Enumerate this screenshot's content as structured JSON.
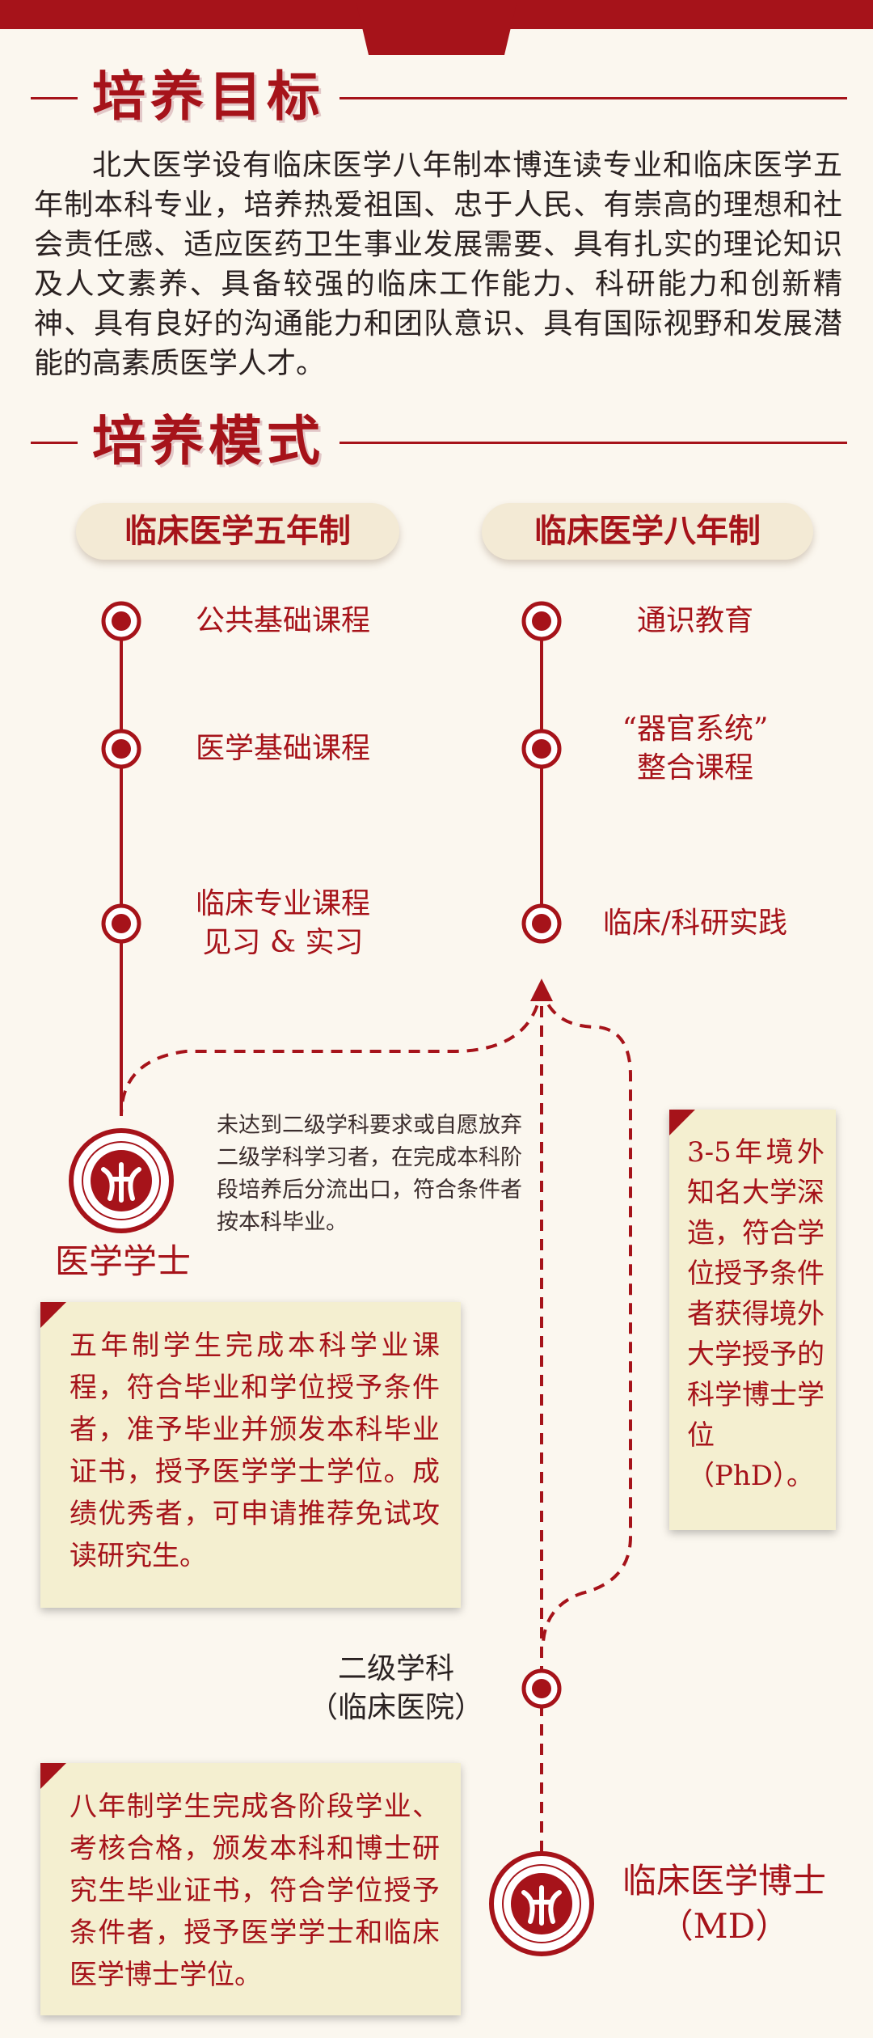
{
  "sections": {
    "goal_title": "培养目标",
    "goal_text": "北大医学设有临床医学八年制本博连读专业和临床医学五年制本科专业，培养热爱祖国、忠于人民、有崇高的理想和社会责任感、适应医药卫生事业发展需要、具有扎实的理论知识及人文素养、具备较强的临床工作能力、科研能力和创新精神、具有良好的沟通能力和团队意识、具有国际视野和发展潜能的高素质医学人才。",
    "mode_title": "培养模式"
  },
  "five_year": {
    "title": "临床医学五年制",
    "stages": [
      {
        "line1": "公共基础课程",
        "line2": ""
      },
      {
        "line1": "医学基础课程",
        "line2": ""
      },
      {
        "line1": "临床专业课程",
        "line2": "见习 & 实习"
      }
    ],
    "degree": "医学学士",
    "shunt_note": "未达到二级学科要求或自愿放弃二级学科学习者，在完成本科阶段培养后分流出口，符合条件者按本科毕业。",
    "card_text": "五年制学生完成本科学业课程，符合毕业和学位授予条件者，准予毕业并颁发本科毕业证书，授予医学学士学位。成绩优秀者，可申请推荐免试攻读研究生。"
  },
  "eight_year": {
    "title": "临床医学八年制",
    "stages": [
      {
        "line1": "通识教育",
        "line2": ""
      },
      {
        "line1": "“器官系统”",
        "line2": "整合课程"
      },
      {
        "line1": "临床/科研实践",
        "line2": ""
      }
    ],
    "abroad_text": "3-5年境外知名大学深造，符合学位授予条件者获得境外大学授予的科学博士学位（PhD）。",
    "sub_node": {
      "line1": "二级学科",
      "line2": "（临床医院）"
    },
    "degree": {
      "line1": "临床医学博士",
      "line2": "（MD）"
    },
    "card_text": "八年制学生完成各阶段学业、考核合格，颁发本科和博士研究生毕业证书，符合学位授予条件者，授予医学学士和临床医学博士学位。"
  },
  "colors": {
    "accent": "#a6131a",
    "card": "#f4efd0",
    "pill": "#f3ead5",
    "background": "#fbf7ef"
  },
  "icons": {
    "seal": "peking-university-seal-icon"
  }
}
